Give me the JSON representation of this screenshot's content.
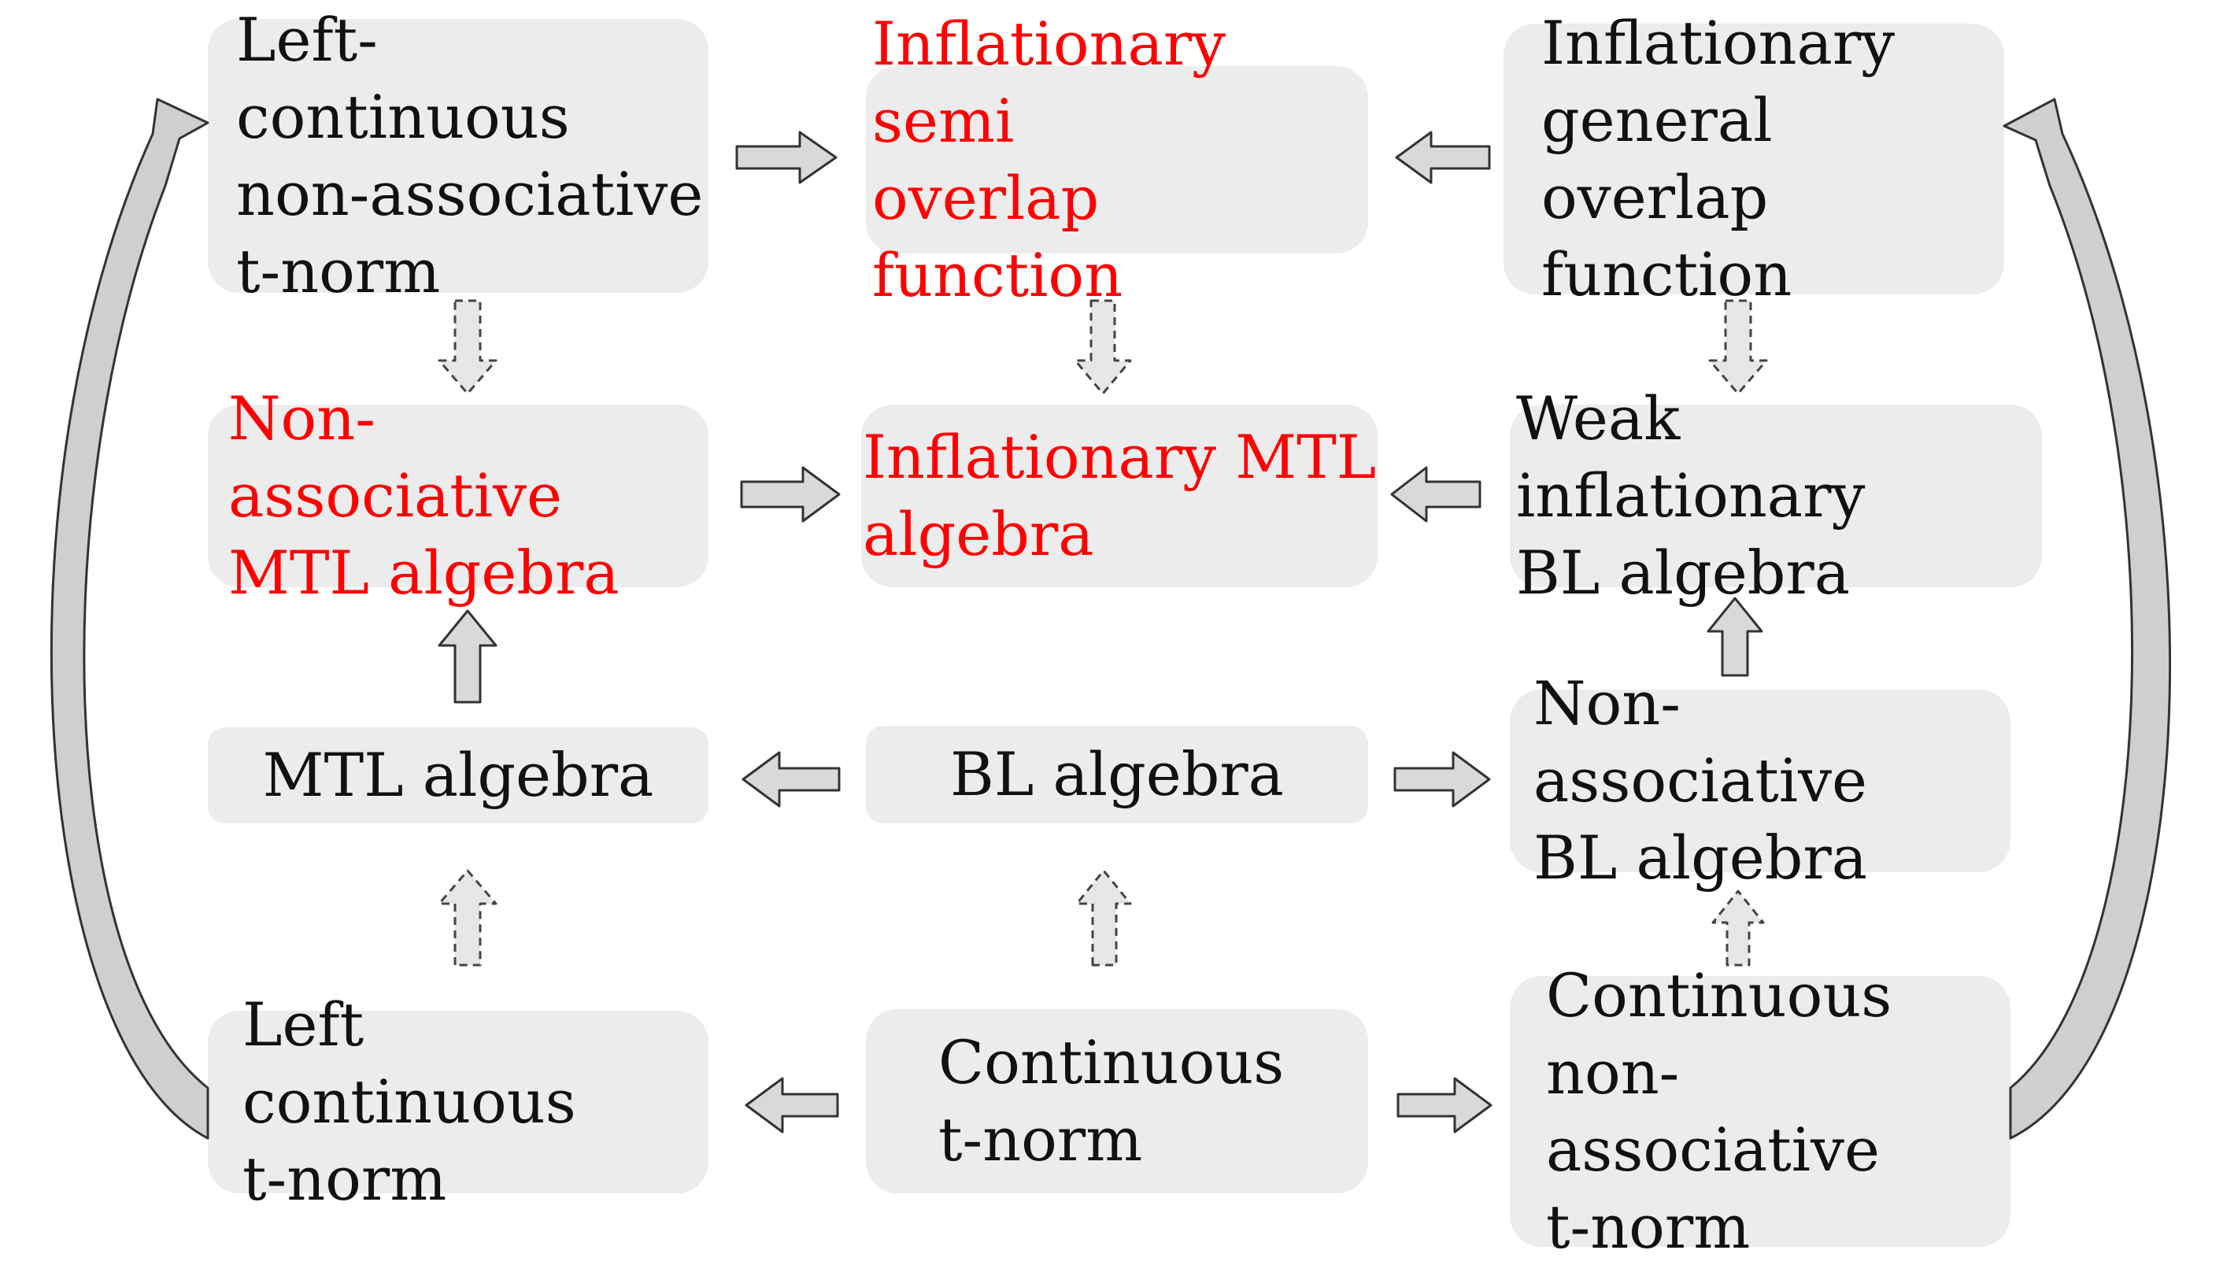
{
  "nodes": {
    "left_continuous_nonassoc_tnorm": {
      "label": "Left-continuous\nnon-associative\nt-norm",
      "color": "#111111"
    },
    "inflationary_semi_overlap": {
      "label": "Inflationary semi\noverlap function",
      "color": "#ff0000"
    },
    "inflationary_general_overlap": {
      "label": "Inflationary\ngeneral overlap\nfunction",
      "color": "#111111"
    },
    "nonassoc_mtl_algebra": {
      "label": "Non-associative\nMTL algebra",
      "color": "#ff0000"
    },
    "inflationary_mtl_algebra": {
      "label": "Inflationary MTL\nalgebra",
      "color": "#ff0000"
    },
    "weak_inflationary_bl_algebra": {
      "label": "Weak inflationary\nBL algebra",
      "color": "#111111"
    },
    "mtl_algebra": {
      "label": "MTL algebra",
      "color": "#111111"
    },
    "bl_algebra": {
      "label": "BL algebra",
      "color": "#111111"
    },
    "nonassoc_bl_algebra": {
      "label": "Non-associative\nBL algebra",
      "color": "#111111"
    },
    "left_continuous_tnorm": {
      "label": "Left continuous\nt-norm",
      "color": "#111111"
    },
    "continuous_tnorm": {
      "label": "Continuous\nt-norm",
      "color": "#111111"
    },
    "continuous_nonassoc_tnorm": {
      "label": "Continuous\nnon-associative\nt-norm",
      "color": "#111111"
    }
  },
  "edges": [
    {
      "from": "left_continuous_nonassoc_tnorm",
      "to": "inflationary_semi_overlap",
      "style": "solid"
    },
    {
      "from": "inflationary_general_overlap",
      "to": "inflationary_semi_overlap",
      "style": "solid"
    },
    {
      "from": "left_continuous_nonassoc_tnorm",
      "to": "nonassoc_mtl_algebra",
      "style": "dashed"
    },
    {
      "from": "inflationary_semi_overlap",
      "to": "inflationary_mtl_algebra",
      "style": "dashed"
    },
    {
      "from": "inflationary_general_overlap",
      "to": "weak_inflationary_bl_algebra",
      "style": "dashed"
    },
    {
      "from": "nonassoc_mtl_algebra",
      "to": "inflationary_mtl_algebra",
      "style": "solid"
    },
    {
      "from": "weak_inflationary_bl_algebra",
      "to": "inflationary_mtl_algebra",
      "style": "solid"
    },
    {
      "from": "mtl_algebra",
      "to": "nonassoc_mtl_algebra",
      "style": "solid"
    },
    {
      "from": "nonassoc_bl_algebra",
      "to": "weak_inflationary_bl_algebra",
      "style": "solid"
    },
    {
      "from": "bl_algebra",
      "to": "mtl_algebra",
      "style": "solid"
    },
    {
      "from": "bl_algebra",
      "to": "nonassoc_bl_algebra",
      "style": "solid"
    },
    {
      "from": "left_continuous_tnorm",
      "to": "mtl_algebra",
      "style": "dashed"
    },
    {
      "from": "continuous_tnorm",
      "to": "bl_algebra",
      "style": "dashed"
    },
    {
      "from": "continuous_nonassoc_tnorm",
      "to": "nonassoc_bl_algebra",
      "style": "dashed"
    },
    {
      "from": "continuous_tnorm",
      "to": "left_continuous_tnorm",
      "style": "solid"
    },
    {
      "from": "continuous_tnorm",
      "to": "continuous_nonassoc_tnorm",
      "style": "solid"
    },
    {
      "from": "left_continuous_tnorm",
      "to": "left_continuous_nonassoc_tnorm",
      "style": "curved"
    },
    {
      "from": "continuous_nonassoc_tnorm",
      "to": "inflationary_general_overlap",
      "style": "curved"
    }
  ],
  "colors": {
    "box_fill": "#ececec",
    "arrow_fill": "#d9d9d9",
    "arrow_stroke": "#333333",
    "highlight": "#ff0000"
  }
}
